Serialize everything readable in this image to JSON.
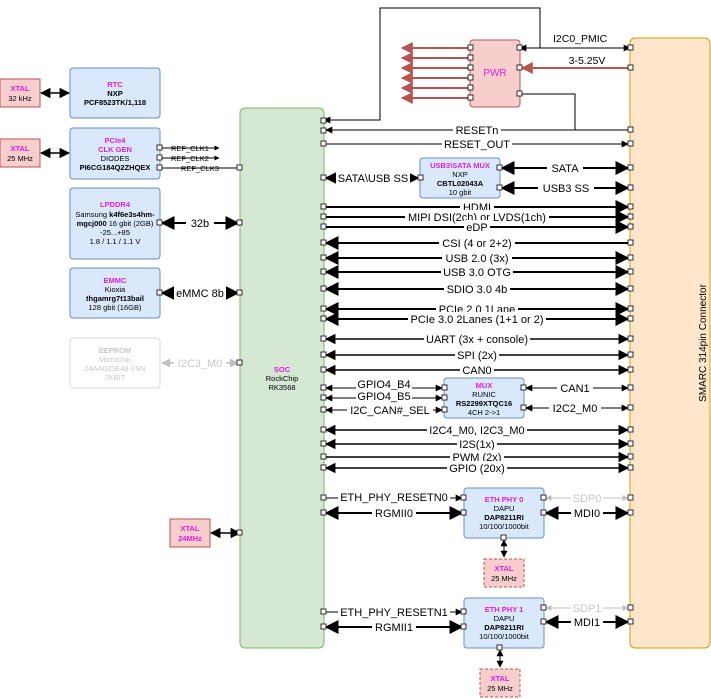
{
  "colors": {
    "accent_magenta": "#e020e0",
    "blue_fill": "#dae8fc",
    "blue_stroke": "#6c8ebf",
    "green_fill": "#d5e8d4",
    "green_stroke": "#82b366",
    "red_fill": "#f8cecc",
    "red_stroke": "#b85450",
    "orange_fill": "#ffe6cc",
    "orange_stroke": "#d79b00",
    "pwr_arrow": "#b85450",
    "disabled": "#c0c0c0"
  },
  "xtal_rtc": {
    "title": "XTAL",
    "freq": "32 kHz"
  },
  "xtal_clk": {
    "title": "XTAL",
    "freq": "25 MHz"
  },
  "xtal_soc": {
    "title": "XTAL",
    "freq": "24MHz"
  },
  "xtal_phy0": {
    "title": "XTAL",
    "freq": "25 MHz"
  },
  "xtal_phy1": {
    "title": "XTAL",
    "freq": "25 MHz"
  },
  "rtc": {
    "title": "RTC",
    "vendor": "NXP",
    "part": "PCF8523TK/1,118"
  },
  "clkgen": {
    "title1": "PCIe4",
    "title2": "CLK GEN",
    "vendor": "DIODES",
    "part": "PI6CG184Q2ZHQEX",
    "outputs": [
      "REF_CLK1",
      "REF_CLK2",
      "REF_CLK3"
    ]
  },
  "lpddr4": {
    "title": "LPDDR4",
    "line1_pre": "Samsung ",
    "line1_bold": "k4f6e3s4hm-",
    "line2_bold": "mgcj000",
    "line2_post": " 16 gbit (2GB)",
    "line3": "-25...+85",
    "line4": "1.8 / 1.1 / 1.1 V",
    "bus": "32b"
  },
  "emmc": {
    "title": "EMMC",
    "vendor": "Kioxia",
    "part": "thgamrg7t13bail",
    "size": "128 gbit (16GB)",
    "bus": "eMMC 8b"
  },
  "eeprom": {
    "title": "EEPROM",
    "vendor": "Microchip",
    "part": "24AA025E48-I/SN",
    "size": "2KBIT",
    "bus": "I2C3_M0"
  },
  "soc": {
    "title": "SOC",
    "vendor": "RockChip",
    "part": "RK3568"
  },
  "pwr": {
    "title": "PWR",
    "i2c": "I2C0_PMIC",
    "vin": "3-5.25V"
  },
  "connector": {
    "label": "SMARC 314pin Connector"
  },
  "usbmux": {
    "title": "USB3\\SATA MUX",
    "vendor": "NXP",
    "part": "CBTL02043A",
    "speed": "10 gbit",
    "soc_sig": "SATA\\USB SS",
    "out1": "SATA",
    "out2": "USB3 SS"
  },
  "mux": {
    "title": "MUX",
    "vendor": "RUNIC",
    "part": "RS2299XTQC16",
    "desc": "4CH 2->1",
    "in1": "GPIO4_B4",
    "in2": "GPIO4_B5",
    "sel": "I2C_CAN#_SEL",
    "out1": "CAN1",
    "out2": "I2C2_M0"
  },
  "signals": {
    "reset_n": "RESETn",
    "reset_out": "RESET_OUT",
    "hdmi": "HDMI",
    "mipi": "MIPI DSI(2ch) or LVDS(1ch)",
    "edp": "eDP",
    "csi": "CSI (4 or 2+2)",
    "usb2": "USB 2.0 (3x)",
    "usb3otg": "USB 3.0 OTG",
    "sdio": "SDIO 3.0 4b",
    "pcie2": "PCIe 2.0 1Lane",
    "pcie3": "PCIe 3.0 2Lanes (1+1 or 2)",
    "uart": "UART (3x + console)",
    "spi": "SPI (2x)",
    "can0": "CAN0",
    "i2c4": "I2C4_M0, I2C3_M0",
    "i2s": "I2S(1x)",
    "pwm": "PWM (2x)",
    "gpio": "GPIO (20x)"
  },
  "phy0": {
    "title": "ETH PHY 0",
    "vendor": "DAPU",
    "part": "DAP8211RI",
    "speed": "10/100/1000bit",
    "reset": "ETH_PHY_RESETN0",
    "rgmii": "RGMII0",
    "sdp": "SDP0",
    "mdi": "MDI0"
  },
  "phy1": {
    "title": "ETH PHY 1",
    "vendor": "DAPU",
    "part": "DAP8211RI",
    "speed": "10/100/1000bit",
    "reset": "ETH_PHY_RESETN1",
    "rgmii": "RGMII1",
    "sdp": "SDP1",
    "mdi": "MDI1"
  }
}
